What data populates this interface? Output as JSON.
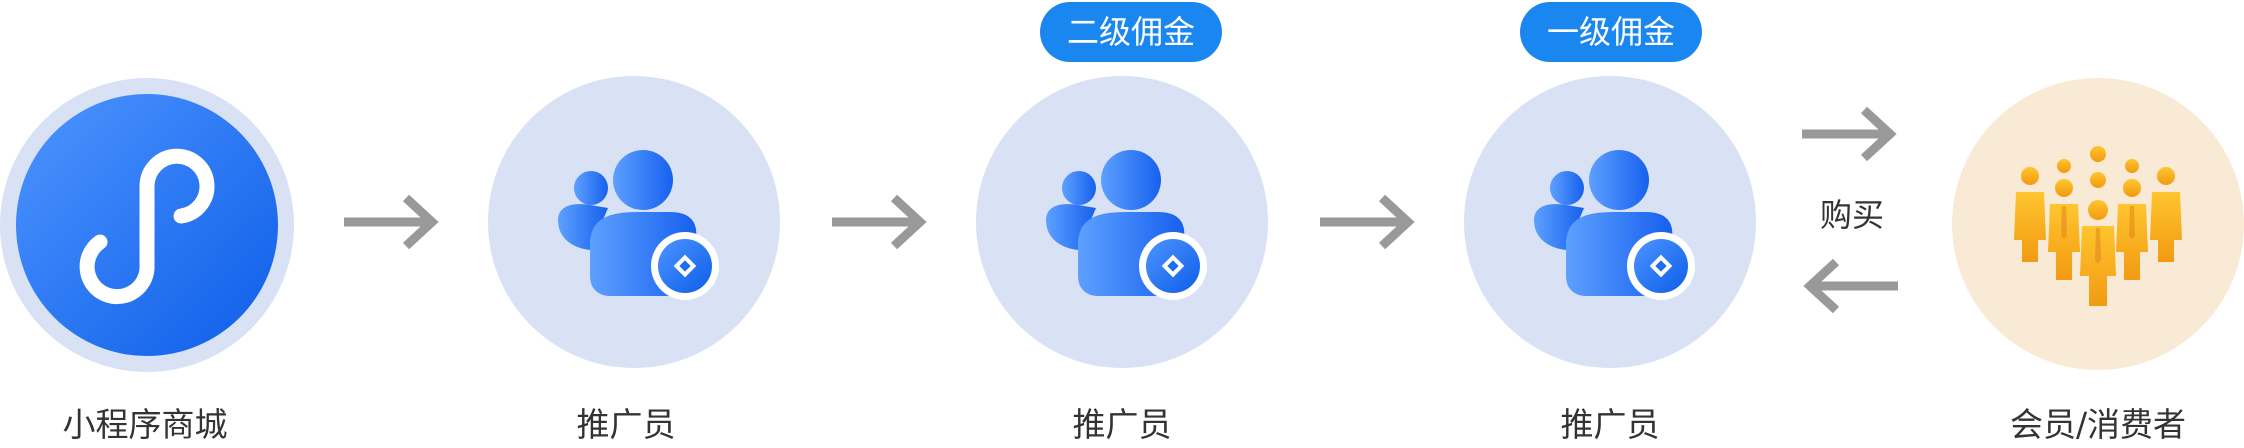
{
  "nodes": [
    {
      "label": "小程序商城",
      "icon": "mini-program-icon"
    },
    {
      "label": "推广员",
      "icon": "promoter-icon"
    },
    {
      "label": "推广员",
      "icon": "promoter-icon",
      "badge": "二级佣金"
    },
    {
      "label": "推广员",
      "icon": "promoter-icon",
      "badge": "一级佣金"
    },
    {
      "label": "会员/消费者",
      "icon": "crowd-icon"
    }
  ],
  "purchase_label": "购买",
  "colors": {
    "blue_halo": "#d8e2f4",
    "blue_primary": "#1a6ff0",
    "badge_blue": "#1a86f0",
    "arrow_gray": "#999999",
    "orange_halo": "#f9ead5",
    "crowd_orange": "#f7a21b"
  }
}
